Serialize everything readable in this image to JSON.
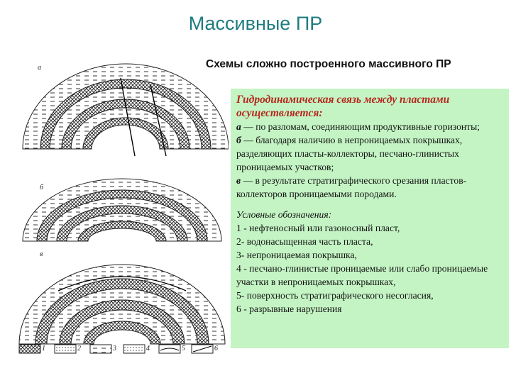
{
  "title": "Массивные ПР",
  "subtitle": "Схемы сложно построенного массивного ПР",
  "panel": {
    "heading": "Гидродинамическая связь между пластами осуществляется:",
    "items": [
      {
        "key": "а",
        "text": " — по разломам, соединяющим продуктивные горизонты;"
      },
      {
        "key": "б",
        "text": " — благодаря наличию в непроницаемых покрышках, разделяющих пласты-коллекторы, песчано-глинистых проницаемых участков;"
      },
      {
        "key": "в",
        "text": " — в результате стратиграфического срезания пластов-коллекторов проницаемыми породами."
      }
    ],
    "legend_title": "Условные обозначения:",
    "legend": [
      "1 - нефтеносный или газоносный пласт,",
      "2- водонасыщенная часть пласта,",
      "3- непроницаемая покрышка,",
      "4 - песчано-глинистые проницаемые или слабо проницаемые участки в непроницаемых покрышках,",
      "5- поверхность стратиграфического несогласия,",
      "6 - разрывные нарушения"
    ]
  },
  "diagram": {
    "labels": [
      "а",
      "б",
      "в"
    ],
    "legend_numbers": [
      "1",
      "2",
      "3",
      "4",
      "5",
      "6"
    ]
  }
}
